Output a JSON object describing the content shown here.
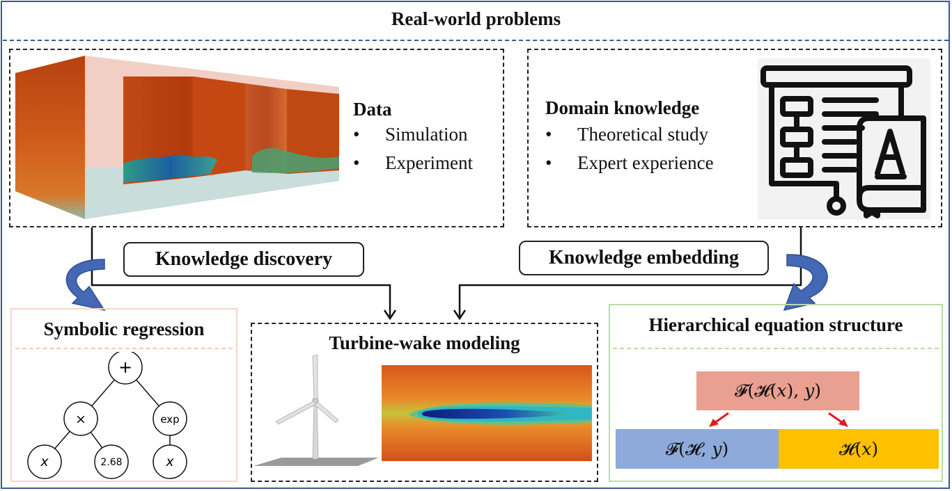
{
  "title": "Real-world problems",
  "data_panel": {
    "heading": "Data",
    "items": [
      "Simulation",
      "Experiment"
    ]
  },
  "knowledge_panel": {
    "heading": "Domain knowledge",
    "items": [
      "Theoretical study",
      "Expert experience"
    ]
  },
  "knowledge_discovery_label": "Knowledge discovery",
  "knowledge_embedding_label": "Knowledge embedding",
  "symbolic_regression": {
    "title": "Symbolic regression",
    "nodes": {
      "root": "+",
      "mul": "×",
      "exp": "exp",
      "x1": "x",
      "const": "2.68",
      "x2": "x"
    }
  },
  "turbine": {
    "title": "Turbine-wake modeling"
  },
  "hierarchical": {
    "title": "Hierarchical equation structure",
    "top": "𝓕(𝓗(𝑥), 𝑦)",
    "left": "𝓕(𝓗, 𝑦)",
    "right": "𝓗(𝑥)"
  },
  "colors": {
    "frame": "#3b5a8c",
    "arrow_blue": "#3e63b0",
    "sr_border": "#f3d6c8",
    "hes_border": "#b9dca6",
    "eq_top": "#e9a091",
    "eq_left": "#8eaadb",
    "eq_right": "#ffc000",
    "red_arrow": "#e31a1c"
  },
  "icons": [
    "presentation-board-icon",
    "book-icon",
    "wind-turbine-icon"
  ]
}
